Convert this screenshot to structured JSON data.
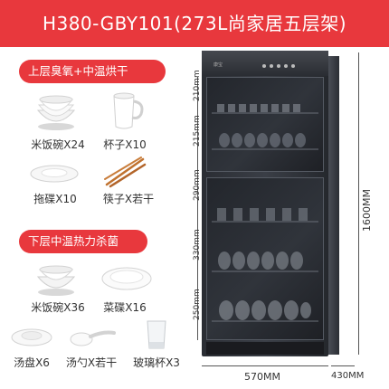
{
  "banner": {
    "title": "H380-GBY101(273L尚家居五层架)",
    "color": "#e8383d"
  },
  "upper": {
    "pill": "上层臭氧+中温烘干",
    "items": [
      {
        "label": "米饭碗X24",
        "icon": "rice-bowl-stack-icon"
      },
      {
        "label": "杯子X10",
        "icon": "cup-icon"
      },
      {
        "label": "拖碟X10",
        "icon": "saucer-icon"
      },
      {
        "label": "筷子X若干",
        "icon": "chopsticks-icon"
      }
    ]
  },
  "lower": {
    "pill": "下层中温热力杀菌",
    "items": [
      {
        "label": "米饭碗X36",
        "icon": "rice-bowl-stack-icon"
      },
      {
        "label": "菜碟X16",
        "icon": "dish-plate-icon"
      },
      {
        "label": "汤盘X6",
        "icon": "soup-plate-icon"
      },
      {
        "label": "汤勺X若干",
        "icon": "spoon-icon"
      },
      {
        "label": "玻璃杯X3",
        "icon": "glass-cup-icon"
      }
    ]
  },
  "cabinet": {
    "brand": "康宝",
    "dims": {
      "width": "570MM",
      "depth": "430MM",
      "height": "1600MM",
      "layers": [
        "210mm",
        "215mm",
        "290mm",
        "330mm",
        "250mm"
      ]
    }
  }
}
